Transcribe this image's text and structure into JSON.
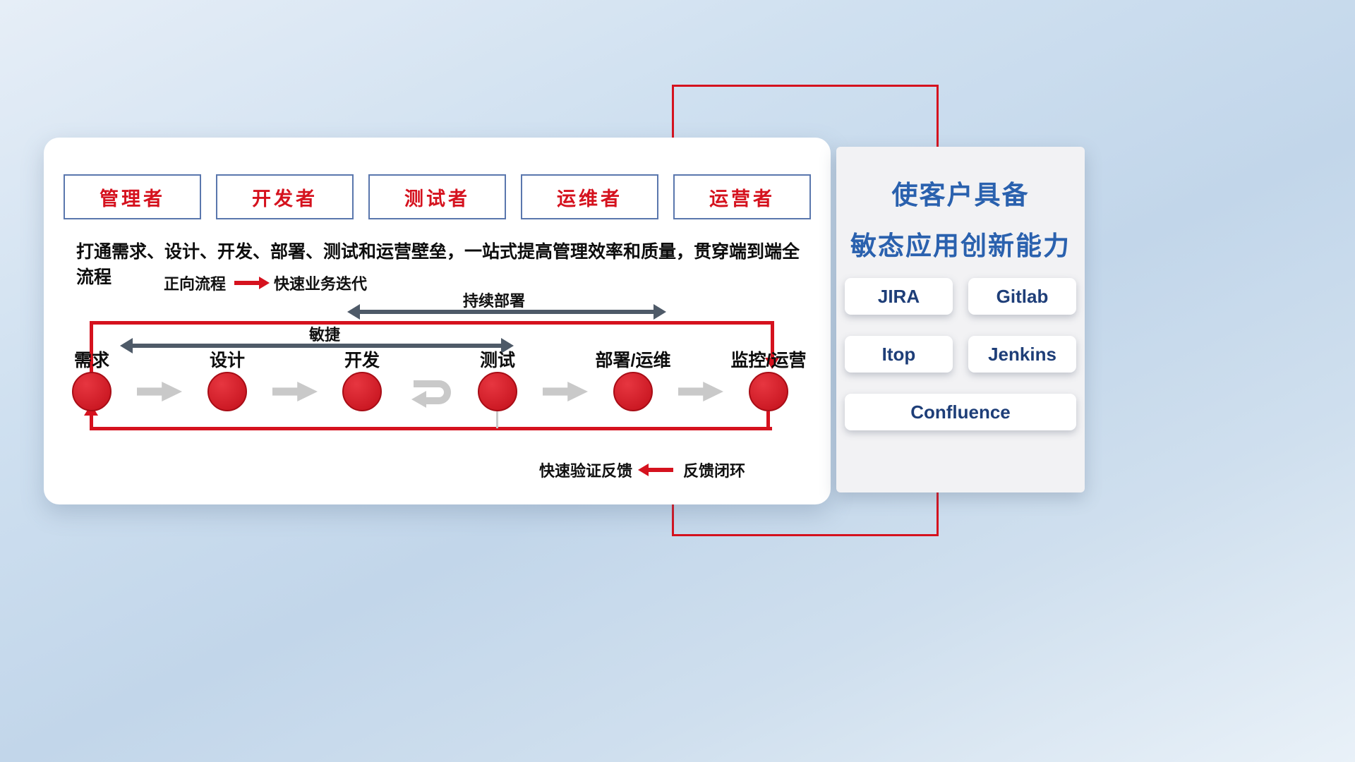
{
  "colors": {
    "red": "#d5121e",
    "title_blue": "#2a61ae",
    "tool_text_navy": "#1e3e78",
    "dark_arrow_gray": "#4e5a68",
    "light_arrow_gray": "#c9c9c9"
  },
  "roles": [
    "管理者",
    "开发者",
    "测试者",
    "运维者",
    "运营者"
  ],
  "subtitle": "打通需求、设计、开发、部署、测试和运营壁垒，一站式提高管理效率和质量，贯穿端到端全流程",
  "forward_legend": {
    "label": "正向流程",
    "value": "快速业务迭代"
  },
  "span_arrows": {
    "continuous_deploy": "持续部署",
    "agile": "敏捷"
  },
  "flow_steps": [
    "需求",
    "设计",
    "开发",
    "测试",
    "部署/运维",
    "监控/运营"
  ],
  "feedback_legend": {
    "label": "快速验证反馈",
    "value": "反馈闭环"
  },
  "right_panel": {
    "title_line1": "使客户具备",
    "title_line2": "敏态应用创新能力",
    "tools": [
      "JIRA",
      "Gitlab",
      "Itop",
      "Jenkins",
      "Confluence"
    ]
  },
  "icons": {
    "forward_arrow": "red-right-arrow",
    "feedback_arrow": "red-left-arrow",
    "continuous_deploy_arrow": "gray-double-headed-arrow",
    "agile_arrow": "gray-double-headed-arrow",
    "iteration_loop": "gray-uturn-arrow",
    "step_arrow": "gray-block-arrow"
  }
}
